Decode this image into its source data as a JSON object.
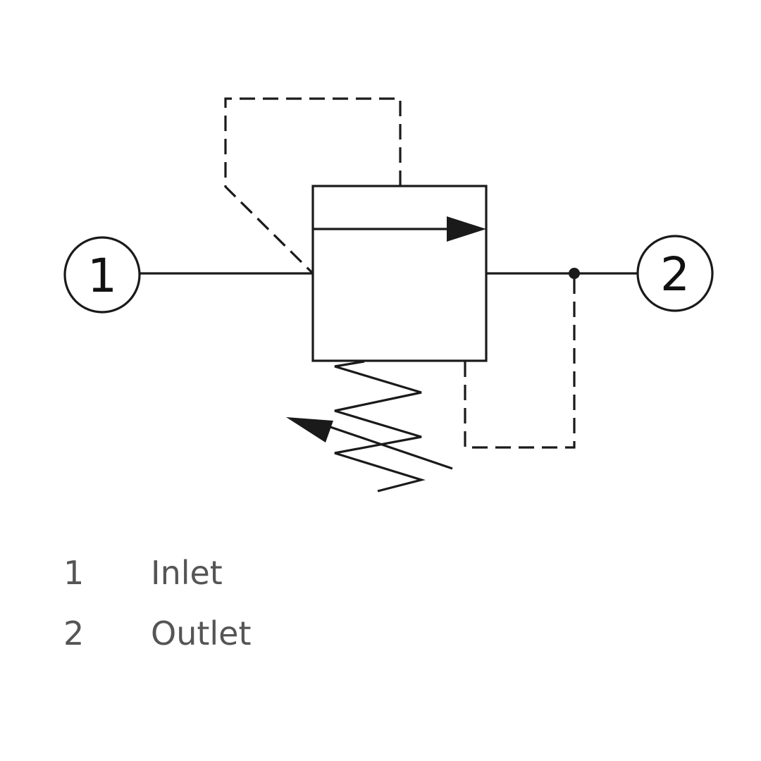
{
  "ports": {
    "inlet_number": "1",
    "outlet_number": "2"
  },
  "legend": {
    "items": [
      {
        "number": "1",
        "label": "Inlet"
      },
      {
        "number": "2",
        "label": "Outlet"
      }
    ]
  },
  "colors": {
    "line": "#1a1a1a",
    "legend_text": "#555555"
  }
}
